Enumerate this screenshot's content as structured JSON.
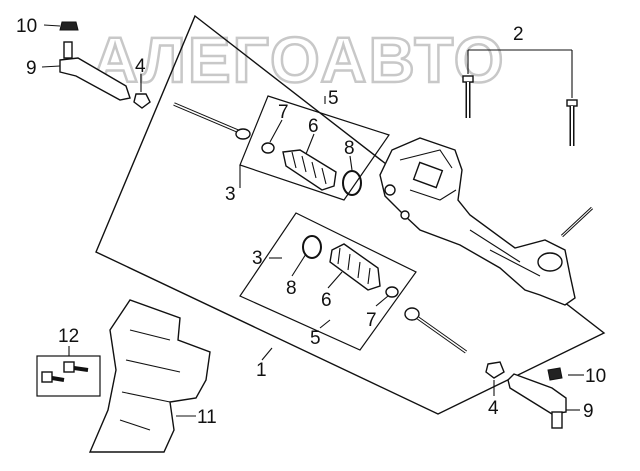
{
  "watermark": "АЛЕГОАВТО",
  "callouts": [
    {
      "id": "10a",
      "text": "10"
    },
    {
      "id": "9a",
      "text": "9"
    },
    {
      "id": "4a",
      "text": "4"
    },
    {
      "id": "2",
      "text": "2"
    },
    {
      "id": "5a",
      "text": "5"
    },
    {
      "id": "7a",
      "text": "7"
    },
    {
      "id": "6a",
      "text": "6"
    },
    {
      "id": "8a",
      "text": "8"
    },
    {
      "id": "3a",
      "text": "3"
    },
    {
      "id": "3b",
      "text": "3"
    },
    {
      "id": "8b",
      "text": "8"
    },
    {
      "id": "6b",
      "text": "6"
    },
    {
      "id": "7b",
      "text": "7"
    },
    {
      "id": "5b",
      "text": "5"
    },
    {
      "id": "12",
      "text": "12"
    },
    {
      "id": "1",
      "text": "1"
    },
    {
      "id": "10b",
      "text": "10"
    },
    {
      "id": "4b",
      "text": "4"
    },
    {
      "id": "9b",
      "text": "9"
    },
    {
      "id": "11",
      "text": "11"
    }
  ]
}
